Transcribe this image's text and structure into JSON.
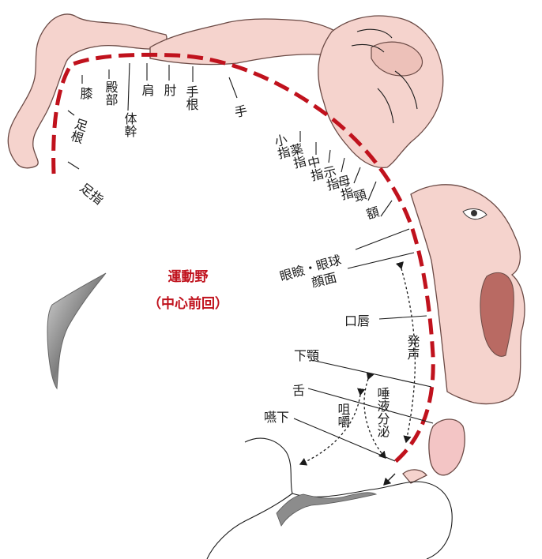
{
  "title": {
    "line1": "運動野",
    "line2": "（中心前回）"
  },
  "labels_horizontal": {
    "eyelid_eye": "眼瞼・眼球",
    "face": "顔面",
    "lips": "口唇",
    "jaw": "下顎",
    "tongue": "舌",
    "swallow": "嚥下",
    "hand": "手",
    "toes": "足指"
  },
  "labels_vertical": {
    "knee": "膝",
    "hip": "殿部",
    "trunk": "体幹",
    "shoulder": "肩",
    "elbow": "肘",
    "wrist": "手根",
    "ankle": "足根",
    "little": "小指",
    "ring": "薬指",
    "middle": "中指",
    "index": "示指",
    "thumb": "母指",
    "neck": "頸",
    "brow": "額",
    "vocalization": "発声",
    "salivation": "唾液分泌",
    "mastication": "咀嚼"
  },
  "colors": {
    "cortex_line": "#c0121d",
    "skin": "#f5d3cd",
    "ventricle": "#9a9a9a"
  }
}
